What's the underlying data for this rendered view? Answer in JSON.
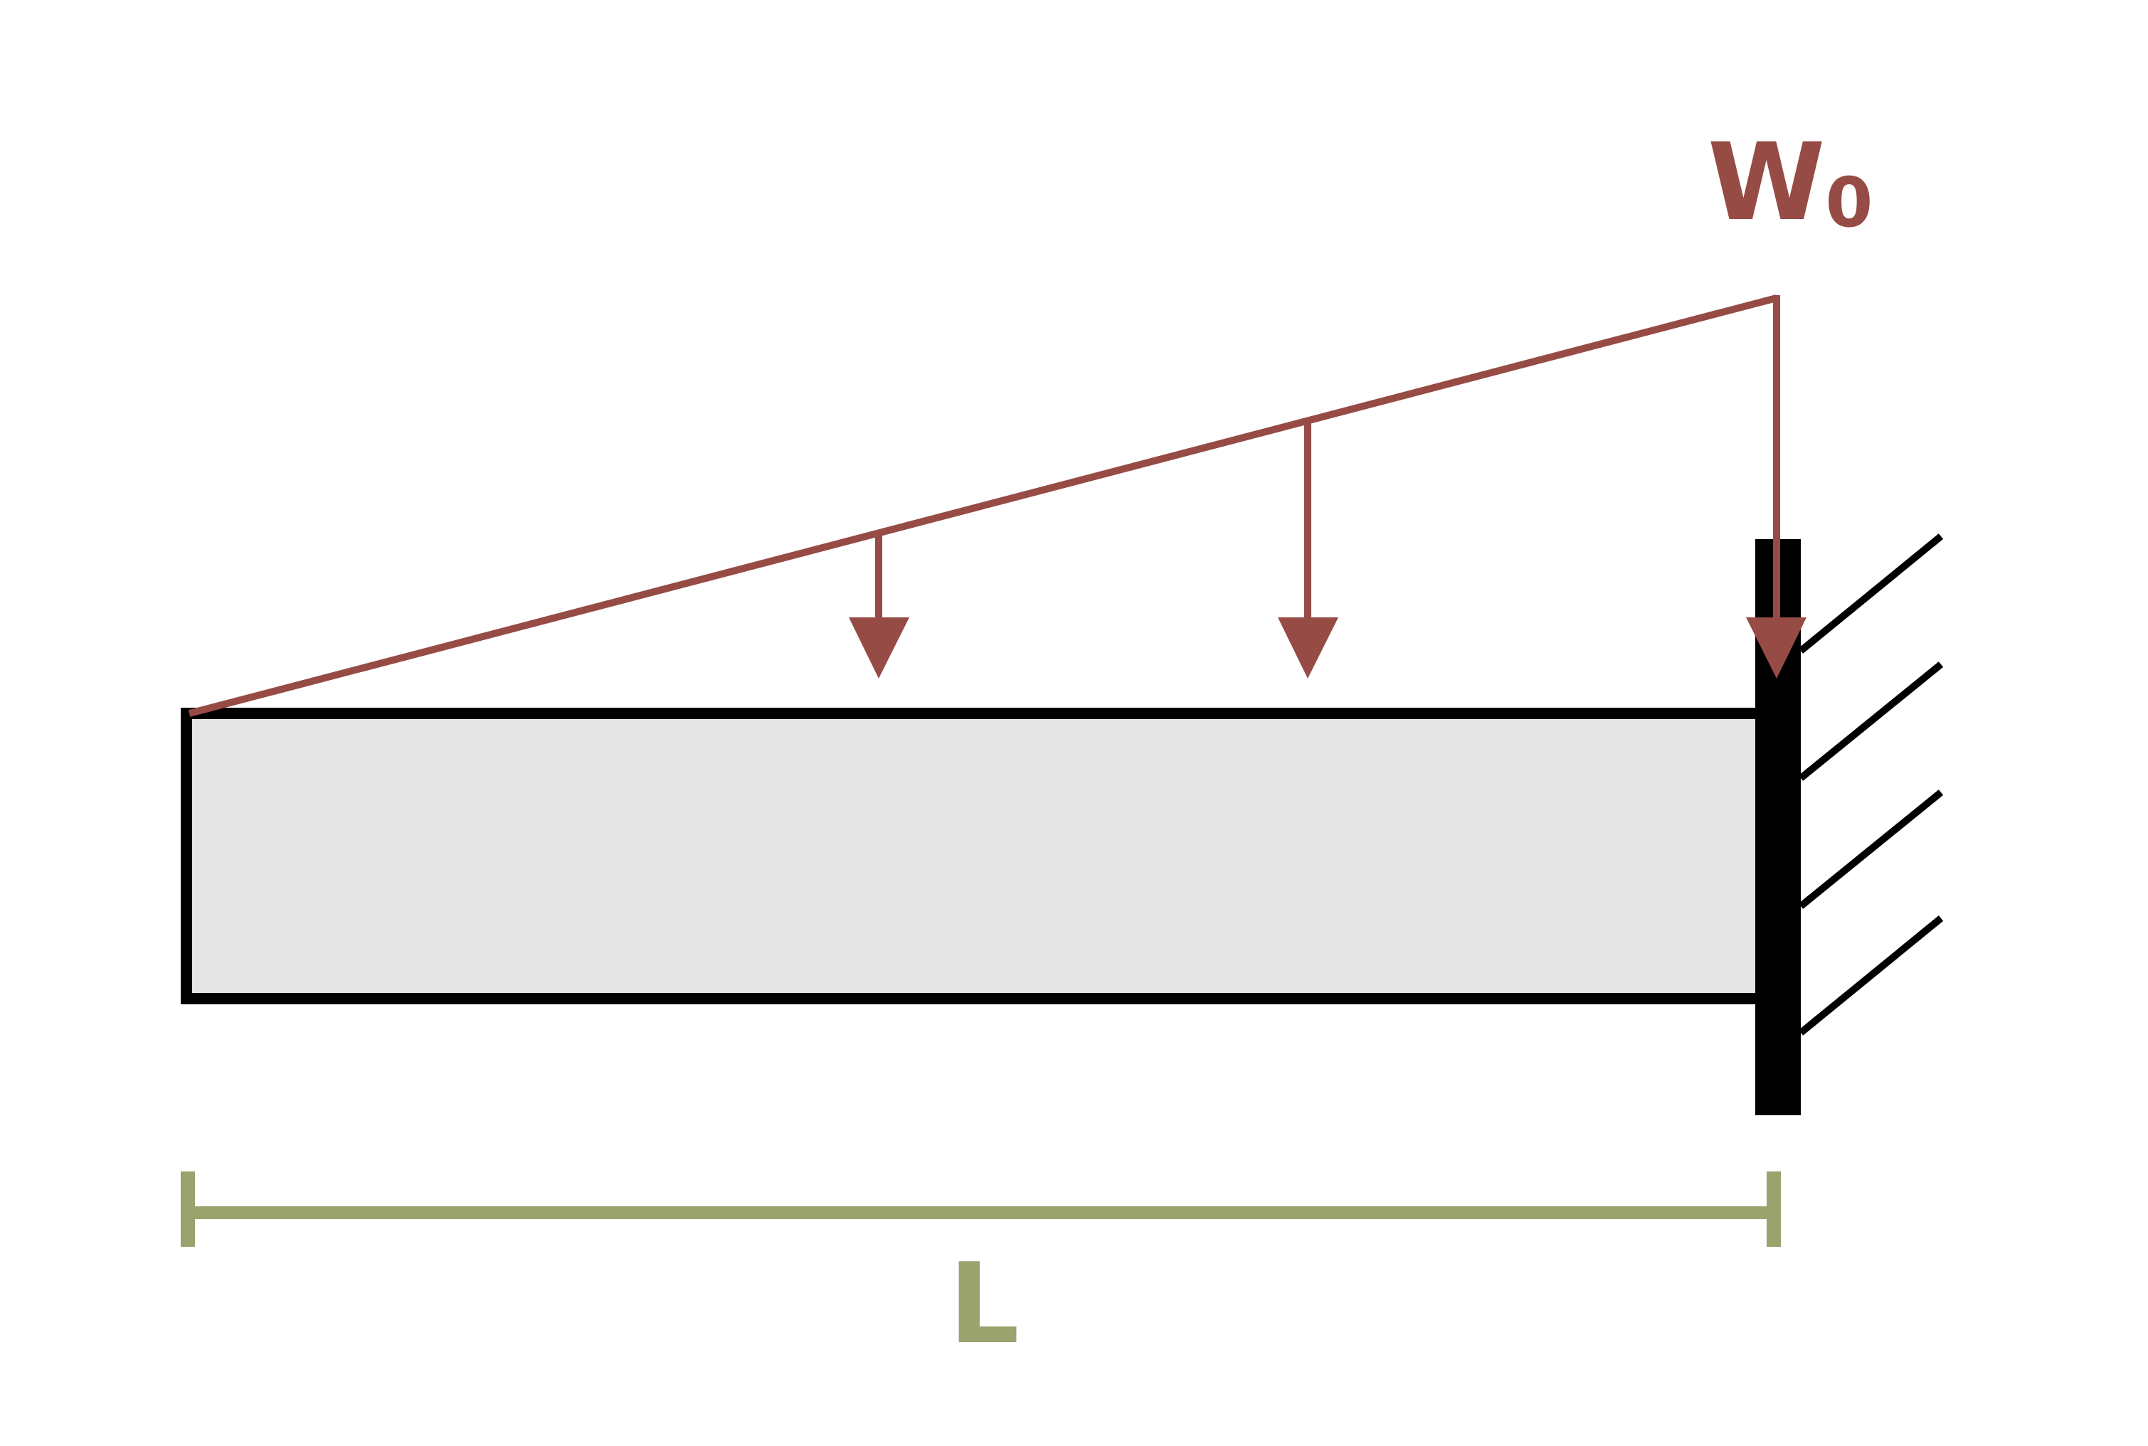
{
  "diagram": {
    "load_label": {
      "main": "W",
      "subscript": "0"
    },
    "length_label": "L",
    "colors": {
      "load": "#964b45",
      "beam_fill": "#e5e5e5",
      "beam_outline": "#000000",
      "support": "#000000",
      "dimension": "#9aa26e",
      "background": "#ffffff"
    }
  }
}
